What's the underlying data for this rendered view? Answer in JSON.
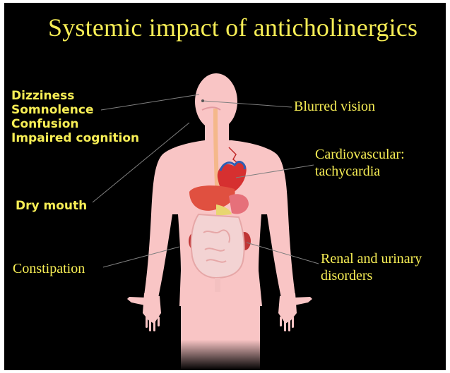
{
  "title": "Systemic impact of anticholinergics",
  "labels": {
    "cns": [
      "Dizziness",
      "Somnolence",
      "Confusion",
      "Impaired cognition"
    ],
    "dry_mouth": "Dry mouth",
    "constipation": "Constipation",
    "blurred_vision": "Blurred vision",
    "cardio": [
      "Cardiovascular:",
      "tachycardia"
    ],
    "renal": [
      "Renal and urinary",
      "disorders"
    ]
  },
  "colors": {
    "background": "#000000",
    "text": "#f7ee55",
    "body": "#f9c5c5",
    "leader_lines": "#7f7f7f"
  }
}
